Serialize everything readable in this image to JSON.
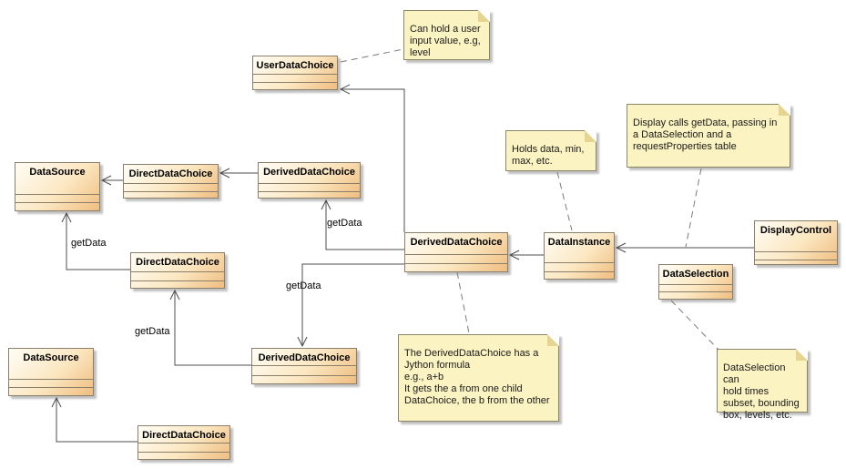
{
  "colors": {
    "class-border": "#8a7f6a",
    "class-g1": "#fffdf6",
    "class-g2": "#fbe7c1",
    "class-g3": "#f0bd80",
    "note-fill": "#fbf3c1",
    "note-border": "#8c8668",
    "note-fold": "#e6d491",
    "edge": "#4c4c4c",
    "edge-dashed": "#7a7a7a",
    "shadow": "#c0c0c0"
  },
  "classes": {
    "user_data_choice": "UserDataChoice",
    "data_source_top": "DataSource",
    "direct_data_choice_top": "DirectDataChoice",
    "derived_data_choice_top": "DerivedDataChoice",
    "derived_data_choice_center": "DerivedDataChoice",
    "data_instance": "DataInstance",
    "display_control": "DisplayControl",
    "data_selection": "DataSelection",
    "direct_data_choice_mid": "DirectDataChoice",
    "data_source_bottom": "DataSource",
    "derived_data_choice_bottom": "DerivedDataChoice",
    "direct_data_choice_bottom": "DirectDataChoice"
  },
  "notes": {
    "user_input": "Can hold a user\ninput value, e.g,\nlevel",
    "holds_data": "Holds data, min,\nmax, etc.",
    "display_calls": "Display calls getData, passing in\na DataSelection and a\nrequestProperties table",
    "derived_formula": "The DerivedDataChoice has a\nJython formula\ne.g., a+b\nIt gets the a from one child\nDataChoice, the b from the other",
    "data_selection_note": "DataSelection can\nhold times\nsubset, bounding\nbox, levels, etc."
  },
  "edges": {
    "labels": [
      "getData",
      "getData",
      "getData",
      "getData"
    ]
  }
}
